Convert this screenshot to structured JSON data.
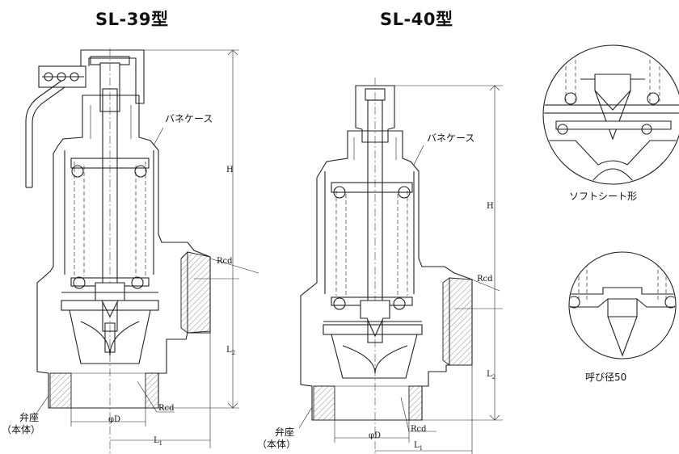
{
  "titles": {
    "left": "SL-39型",
    "right": "SL-40型"
  },
  "labels": {
    "spring_case": "バネケース",
    "valve_seat": "弁座",
    "body": "（本体）",
    "soft_seat": "ソフトシート形",
    "nominal_50": "呼び径50"
  },
  "dimensions": {
    "H": "H",
    "L1": "L",
    "L1_sub": "1",
    "L2": "L",
    "L2_sub": "2",
    "Rcd": "Rcd",
    "Rcd_small": "Rcd",
    "phiD": "φD"
  }
}
